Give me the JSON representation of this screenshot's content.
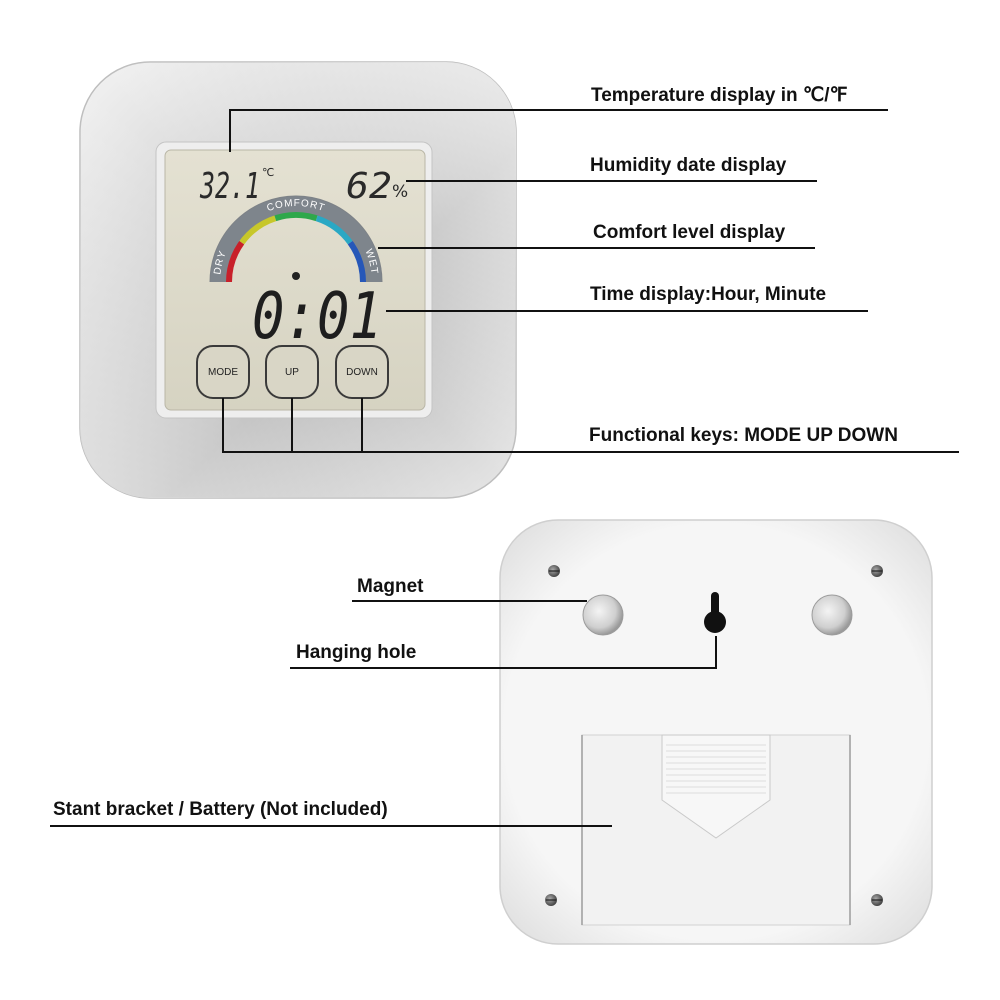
{
  "front": {
    "lcd": {
      "temperature": "32.1",
      "temperature_unit": "℃",
      "humidity": "62",
      "humidity_unit": "%",
      "comfort_arc": {
        "left": "DRY",
        "top": "COMFORT",
        "right": "WET"
      },
      "time": "0:01",
      "colors": [
        "#c8202a",
        "#c7c72a",
        "#2ea84b",
        "#2aa8c4",
        "#2657b8"
      ]
    },
    "keys": [
      "MODE",
      "UP",
      "DOWN"
    ]
  },
  "callouts": {
    "temperature": "Temperature display in ℃/℉",
    "humidity": "Humidity date display",
    "comfort": "Comfort level display",
    "time": "Time display:Hour, Minute",
    "keys": "Functional keys: MODE UP DOWN",
    "magnet": "Magnet",
    "hanging_hole": "Hanging hole",
    "battery": "Stant bracket / Battery (Not included)"
  }
}
